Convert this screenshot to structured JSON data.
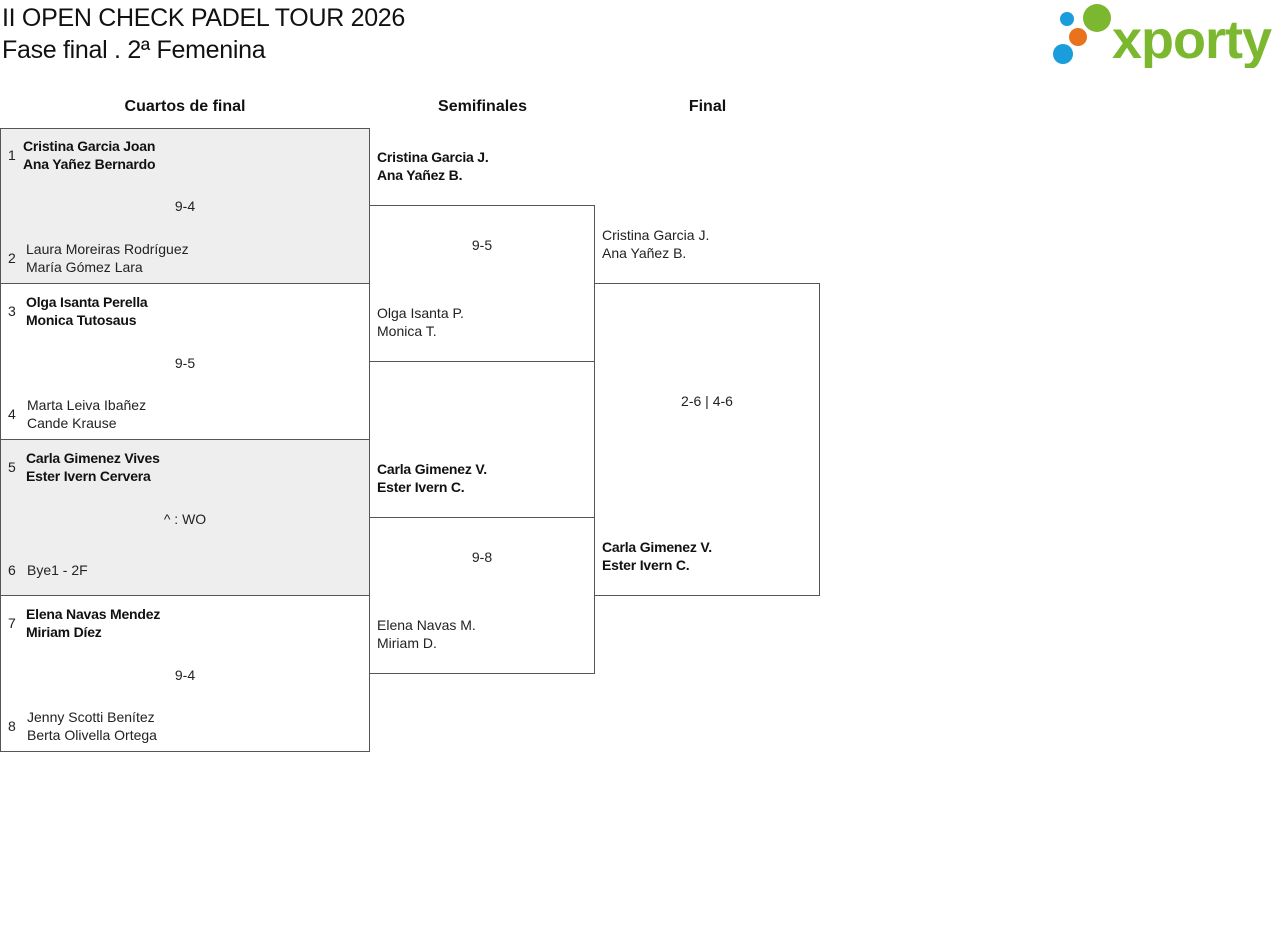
{
  "header": {
    "title": "II OPEN CHECK PADEL TOUR 2026",
    "subtitle": "Fase final . 2ª Femenina"
  },
  "logo": {
    "text": "xporty",
    "colors": {
      "green": "#7cb82f",
      "orange": "#e8731c",
      "blue": "#1a9ddb"
    }
  },
  "rounds": {
    "quarters": "Cuartos de final",
    "semis": "Semifinales",
    "final": "Final"
  },
  "quarters": [
    {
      "top": {
        "seed": "1",
        "p1": "Cristina Garcia Joan",
        "p2": "Ana Yañez Bernardo"
      },
      "score": "9-4",
      "bottom": {
        "seed": "2",
        "p1": "Laura Moreiras Rodríguez",
        "p2": "María Gómez Lara"
      }
    },
    {
      "top": {
        "seed": "3",
        "p1": "Olga Isanta Perella",
        "p2": "Monica Tutosaus"
      },
      "score": "9-5",
      "bottom": {
        "seed": "4",
        "p1": "Marta Leiva Ibañez",
        "p2": "Cande Krause"
      }
    },
    {
      "top": {
        "seed": "5",
        "p1": "Carla Gimenez Vives",
        "p2": "Ester Ivern Cervera"
      },
      "score": "^ : WO",
      "bottom": {
        "seed": "6",
        "p1": "Bye1 - 2F"
      }
    },
    {
      "top": {
        "seed": "7",
        "p1": "Elena Navas Mendez",
        "p2": "Miriam Díez"
      },
      "score": "9-4",
      "bottom": {
        "seed": "8",
        "p1": "Jenny Scotti Benítez",
        "p2": "Berta Olivella Ortega"
      }
    }
  ],
  "semis": [
    {
      "top": {
        "p1": "Cristina Garcia J.",
        "p2": "Ana Yañez B."
      },
      "score": "9-5",
      "bottom": {
        "p1": "Olga Isanta P.",
        "p2": "Monica T."
      }
    },
    {
      "top": {
        "p1": "Carla Gimenez V.",
        "p2": "Ester Ivern C."
      },
      "score": "9-8",
      "bottom": {
        "p1": "Elena Navas M.",
        "p2": "Miriam D."
      }
    }
  ],
  "final": {
    "top": {
      "p1": "Cristina Garcia J.",
      "p2": "Ana Yañez B."
    },
    "score": "2-6 | 4-6",
    "bottom": {
      "p1": "Carla Gimenez V.",
      "p2": "Ester Ivern C."
    }
  }
}
